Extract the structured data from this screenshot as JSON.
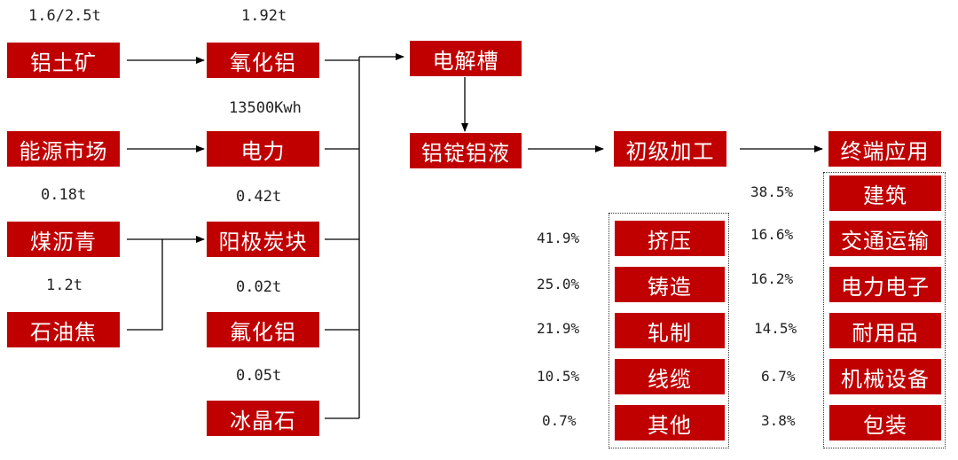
{
  "colors": {
    "box_fill": "#c00000",
    "box_text": "#ffffff",
    "line": "#000000"
  },
  "inputs": {
    "bauxite": {
      "label": "铝土矿",
      "qty": "1.6/2.5t"
    },
    "energy_market": {
      "label": "能源市场"
    },
    "coal_pitch": {
      "label": "煤沥青",
      "qty": "0.18t"
    },
    "petroleum_coke": {
      "label": "石油焦",
      "qty": "1.2t"
    }
  },
  "materials": {
    "alumina": {
      "label": "氧化铝",
      "qty": "1.92t"
    },
    "electricity": {
      "label": "电力",
      "qty": "13500Kwh"
    },
    "anode": {
      "label": "阳极炭块",
      "qty": "0.42t"
    },
    "aluminum_fluoride": {
      "label": "氟化铝",
      "qty": "0.02t"
    },
    "cryolite": {
      "label": "冰晶石",
      "qty": "0.05t"
    }
  },
  "process": {
    "electrolytic_cell": "电解槽",
    "ingot_liquid": "铝锭铝液",
    "primary_processing": "初级加工",
    "end_use": "终端应用"
  },
  "processing_types": [
    {
      "label": "挤压",
      "share": "41.9%"
    },
    {
      "label": "铸造",
      "share": "25.0%"
    },
    {
      "label": "轧制",
      "share": "21.9%"
    },
    {
      "label": "线缆",
      "share": "10.5%"
    },
    {
      "label": "其他",
      "share": "0.7%"
    }
  ],
  "end_uses": [
    {
      "label": "建筑",
      "share": "38.5%"
    },
    {
      "label": "交通运输",
      "share": "16.6%"
    },
    {
      "label": "电力电子",
      "share": "16.2%"
    },
    {
      "label": "耐用品",
      "share": "14.5%"
    },
    {
      "label": "机械设备",
      "share": "6.7%"
    },
    {
      "label": "包装",
      "share": "3.8%"
    }
  ]
}
